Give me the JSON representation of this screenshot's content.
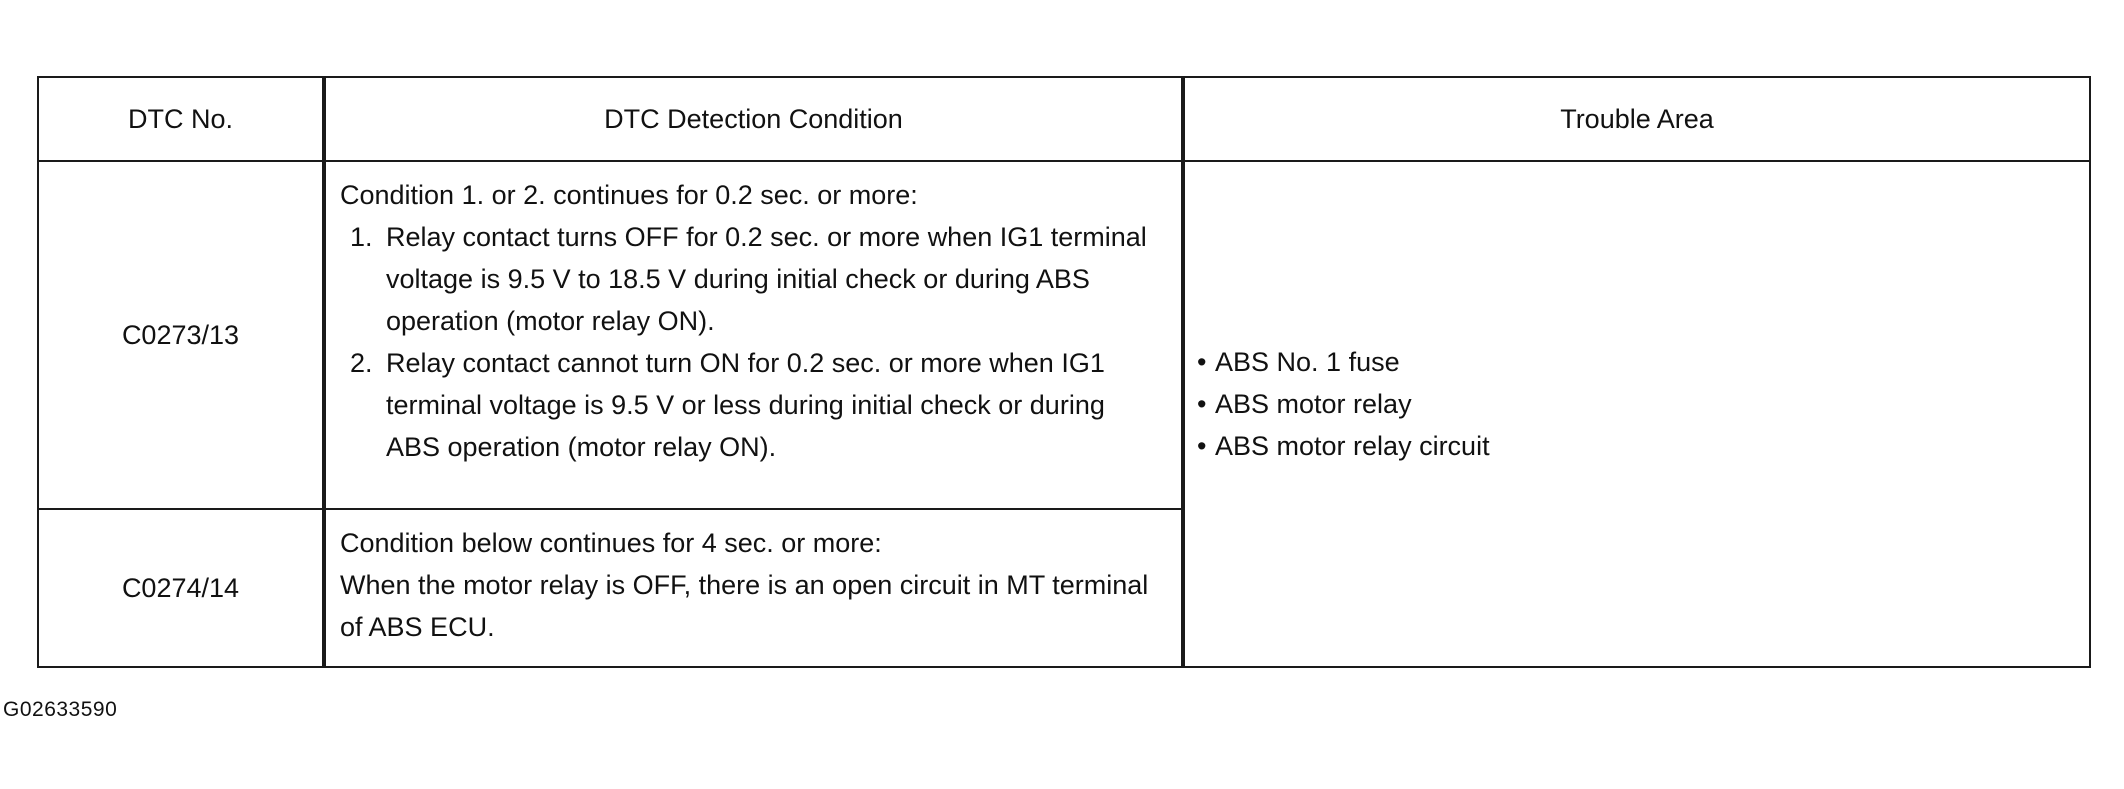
{
  "table": {
    "headers": {
      "dtc_no": "DTC No.",
      "condition": "DTC Detection Condition",
      "trouble_area": "Trouble Area"
    },
    "rows": [
      {
        "dtc": "C0273/13",
        "intro": "Condition 1. or 2. continues for 0.2 sec. or more:",
        "items": [
          {
            "num": "1.",
            "text": "Relay contact turns OFF for 0.2 sec. or more when IG1 terminal voltage is 9.5 V to 18.5 V during initial check or during ABS operation (motor relay ON)."
          },
          {
            "num": "2.",
            "text": "Relay contact cannot turn ON for 0.2 sec. or more when IG1 terminal voltage is 9.5 V or less during initial check or during ABS operation (motor relay ON)."
          }
        ]
      },
      {
        "dtc": "C0274/14",
        "intro": "Condition below continues for 4 sec. or more:",
        "text": "When the motor relay is OFF, there is an open circuit in MT terminal of ABS ECU."
      }
    ],
    "trouble_area": [
      "ABS No. 1 fuse",
      "ABS motor relay",
      "ABS motor relay circuit"
    ]
  },
  "figure_id": "G02633590"
}
